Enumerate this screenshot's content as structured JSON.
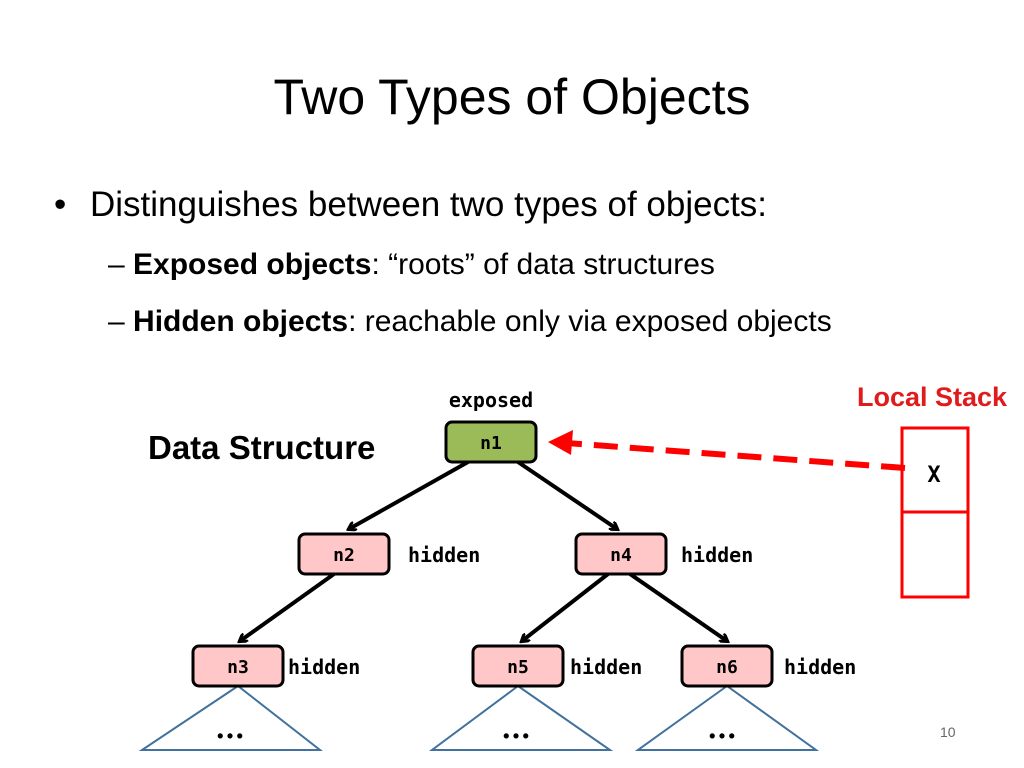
{
  "slide": {
    "title": "Two Types of Objects",
    "page_number": "10"
  },
  "bullets": {
    "main_marker": "•",
    "main": "Distinguishes between two types of objects:",
    "sub": [
      {
        "marker": "–",
        "term": "Exposed objects",
        "rest": ": “roots” of data structures"
      },
      {
        "marker": "–",
        "term": "Hidden objects",
        "rest": ": reachable only via exposed objects"
      }
    ]
  },
  "diagram": {
    "heading": "Data Structure",
    "exposed_label": "exposed",
    "nodes": [
      {
        "id": "n1",
        "tag": ""
      },
      {
        "id": "n2",
        "tag": "hidden"
      },
      {
        "id": "n4",
        "tag": "hidden"
      },
      {
        "id": "n3",
        "tag": "hidden"
      },
      {
        "id": "n5",
        "tag": "hidden"
      },
      {
        "id": "n6",
        "tag": "hidden"
      }
    ],
    "subtree_labels": [
      "...",
      "...",
      "..."
    ],
    "local_stack": {
      "title": "Local Stack",
      "slot_value": "X"
    },
    "colors": {
      "exposed_fill": "#9bbb59",
      "hidden_fill": "#ffc7c7",
      "stack_red": "#ff0000",
      "title_red": "#e01b1b",
      "triangle_stroke": "#41719c"
    }
  }
}
